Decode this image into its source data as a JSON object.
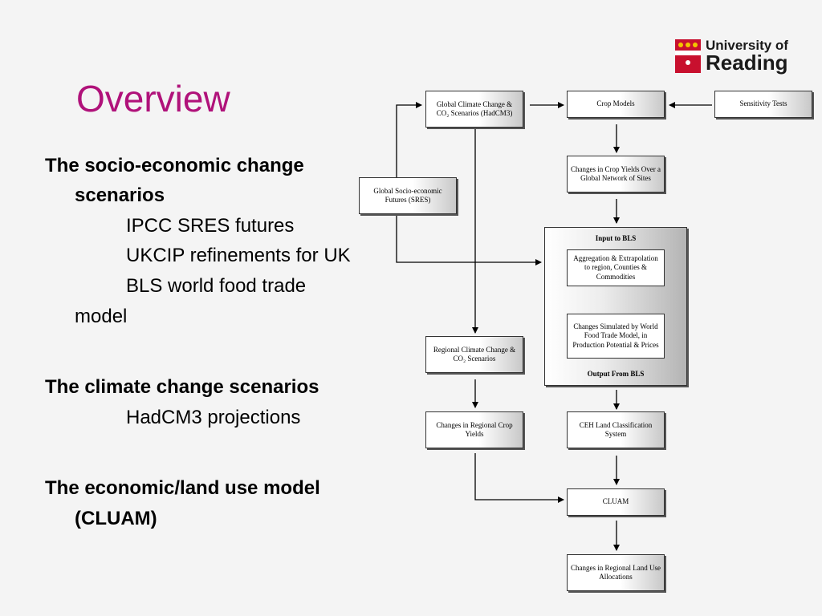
{
  "slide": {
    "title": "Overview",
    "logo": {
      "line1": "University of",
      "line2": "Reading"
    },
    "bullets": [
      {
        "line1": "The socio-economic change",
        "line2": "scenarios"
      },
      {
        "sub1": "IPCC SRES futures"
      },
      {
        "sub2": "UKCIP refinements for UK"
      },
      {
        "sub3": "BLS world food trade"
      },
      {
        "cont": "model"
      },
      {
        "line1": "The climate change scenarios",
        "sub": "HadCM3 projections"
      },
      {
        "line1": "The economic/land use model",
        "line2": "(CLUAM)"
      }
    ]
  },
  "diagram": {
    "nodes": {
      "gcc": "Global Climate Change & CO₂ Scenarios (HadCM3)",
      "crop_models": "Crop Models",
      "sensitivity": "Sensitivity Tests",
      "crop_yields": "Changes in Crop Yields Over a Global Network of Sites",
      "socio": "Global Socio-economic Futures (SRES)",
      "input_bls": "Input to BLS",
      "aggregation": "Aggregation & Extrapolation to region, Counties & Commodities",
      "simulated": "Changes Simulated by World Food Trade Model, in Production Potential & Prices",
      "output_bls": "Output From BLS",
      "regional_climate": "Regional Climate Change & CO₂ Scenarios",
      "regional_crop": "Changes in Regional Crop Yields",
      "ceh": "CEH Land Classification System",
      "cluam": "CLUAM",
      "land_use": "Changes in Regional Land Use Allocations"
    }
  }
}
